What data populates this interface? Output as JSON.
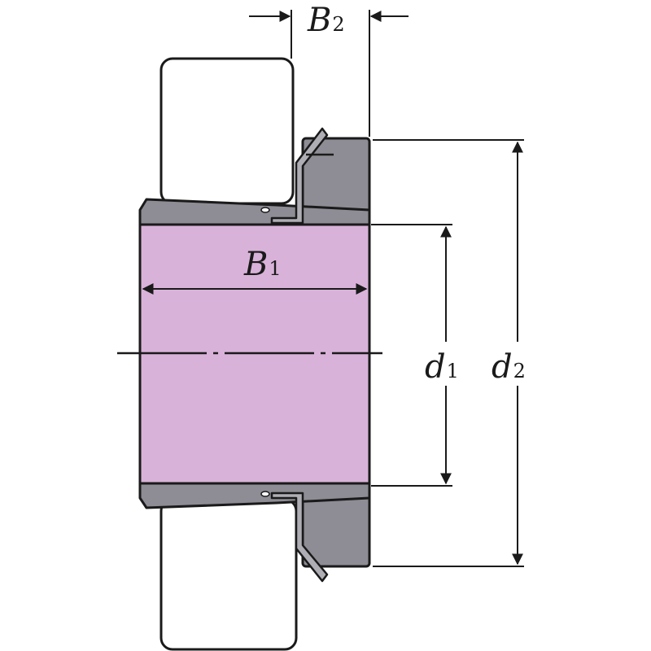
{
  "labels": {
    "b2": {
      "main": "B",
      "sub": "2"
    },
    "b1": {
      "main": "B",
      "sub": "1"
    },
    "d1": {
      "main": "d",
      "sub": "1"
    },
    "d2": {
      "main": "d",
      "sub": "2"
    }
  },
  "colors": {
    "sleeve_body": "#d9b2d9",
    "metal_gray": "#8e8c94",
    "outline": "#1a1a1a",
    "ring": "#ffffff",
    "background": "#ffffff"
  }
}
